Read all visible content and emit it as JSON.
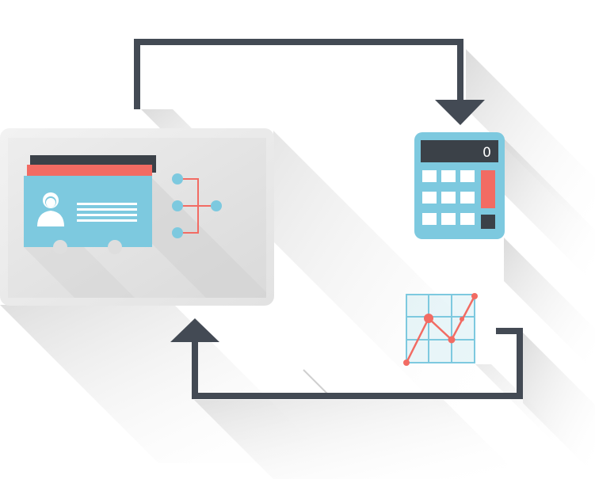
{
  "diagram": {
    "flow": [
      "profile-card-module",
      "calculator",
      "growth-chart"
    ],
    "calculator": {
      "display_value": "0",
      "key_grid": "3x4",
      "tall_key_color": "#f26b63"
    },
    "profile_card": {
      "card_layers": 3,
      "hierarchy_nodes": 4
    },
    "growth_chart": {
      "grid": "3x3",
      "line_color": "#f26b63",
      "grid_color": "#7dc9df"
    },
    "colors": {
      "arrow": "#434a54",
      "card_blue": "#7dc9df",
      "accent_red": "#f26b63",
      "dark": "#3b4148",
      "frame": "#e6e6e6"
    }
  }
}
